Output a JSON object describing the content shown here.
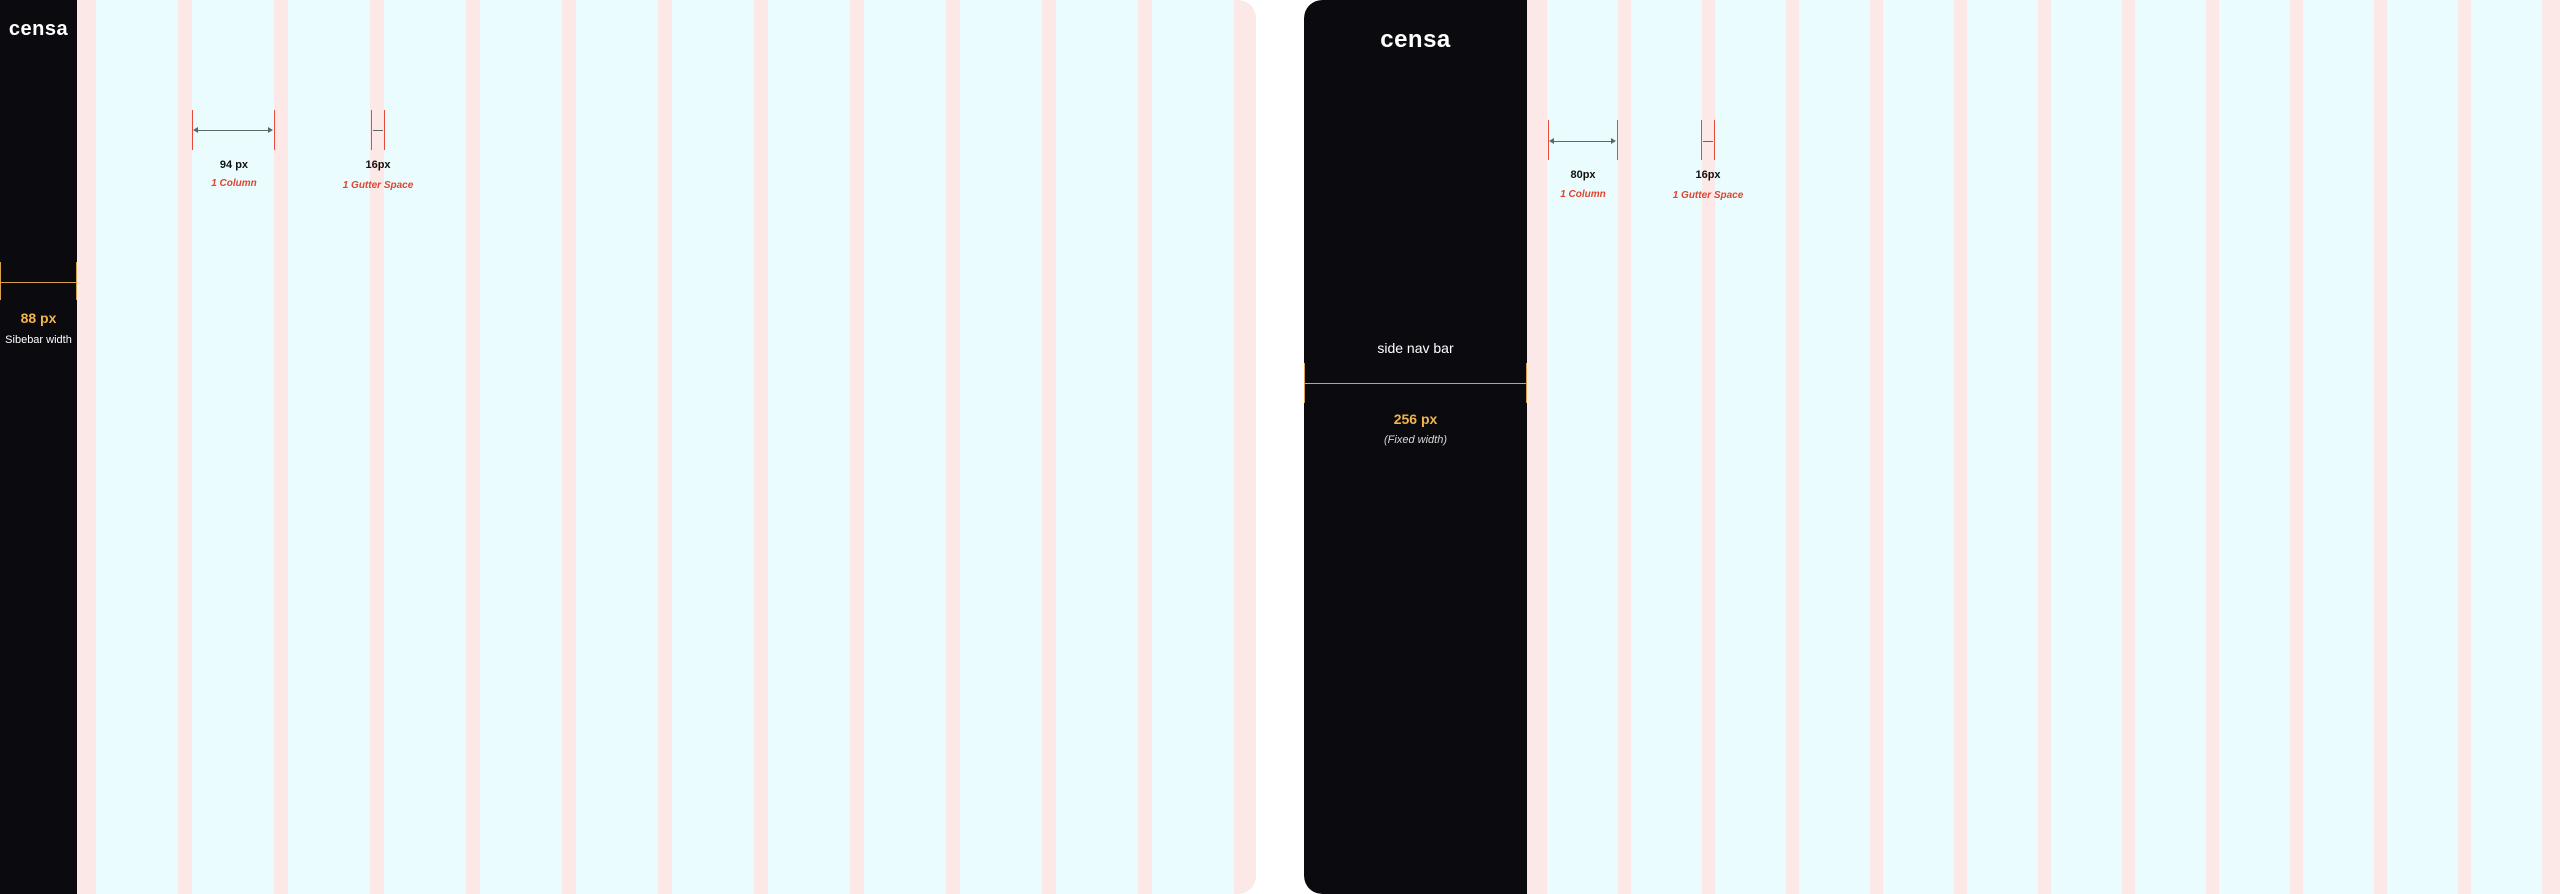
{
  "left_frame": {
    "logo_text": "censa",
    "column_width_label": "94 px",
    "column_caption": "1 Column",
    "gutter_width_label": "16px",
    "gutter_caption": "1 Gutter Space",
    "sidebar_width_label": "88 px",
    "sidebar_caption": "Sibebar width",
    "column_count": 12
  },
  "right_frame": {
    "logo_text": "censa",
    "column_width_label": "80px",
    "column_caption": "1 Column",
    "gutter_width_label": "16px",
    "gutter_caption": "1 Gutter Space",
    "nav_label": "side nav bar",
    "nav_width_label": "256 px",
    "nav_width_caption": "(Fixed width)",
    "column_count": 12
  },
  "colors": {
    "sidebar": "#0b0a0e",
    "column": "#eafcfd",
    "margin": "#fde8e8",
    "measure_accent": "#e0442f",
    "sidebar_accent": "#f1b54e"
  }
}
